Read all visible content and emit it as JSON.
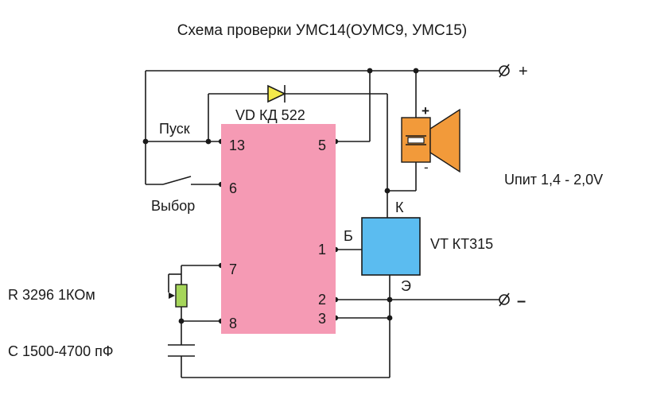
{
  "title": "Схема проверки УМС14(ОУМС9, УМС15)",
  "terminals": {
    "plus": "+",
    "minus": "–"
  },
  "supply_label": "Uпит 1,4 - 2,0V",
  "chip": {
    "pins": {
      "p13": "13",
      "p6": "6",
      "p7": "7",
      "p8": "8",
      "p5": "5",
      "p1": "1",
      "p2": "2",
      "p3": "3"
    }
  },
  "diode": {
    "label": "VD КД 522"
  },
  "transistor": {
    "label": "VT КТ315",
    "base": "Б",
    "collector": "К",
    "emitter": "Э"
  },
  "speaker": {
    "plus": "+",
    "minus": "-"
  },
  "buttons": {
    "start": "Пуск",
    "select": "Выбор"
  },
  "resistor": {
    "label": "R 3296 1КОм"
  },
  "capacitor": {
    "label": "С 1500-4700 пФ"
  },
  "colors": {
    "chip": "#f59ab4",
    "transistor": "#5bbcf0",
    "speaker": "#f29a3a",
    "diode": "#f4ea4a",
    "resistor": "#a6d65a"
  }
}
